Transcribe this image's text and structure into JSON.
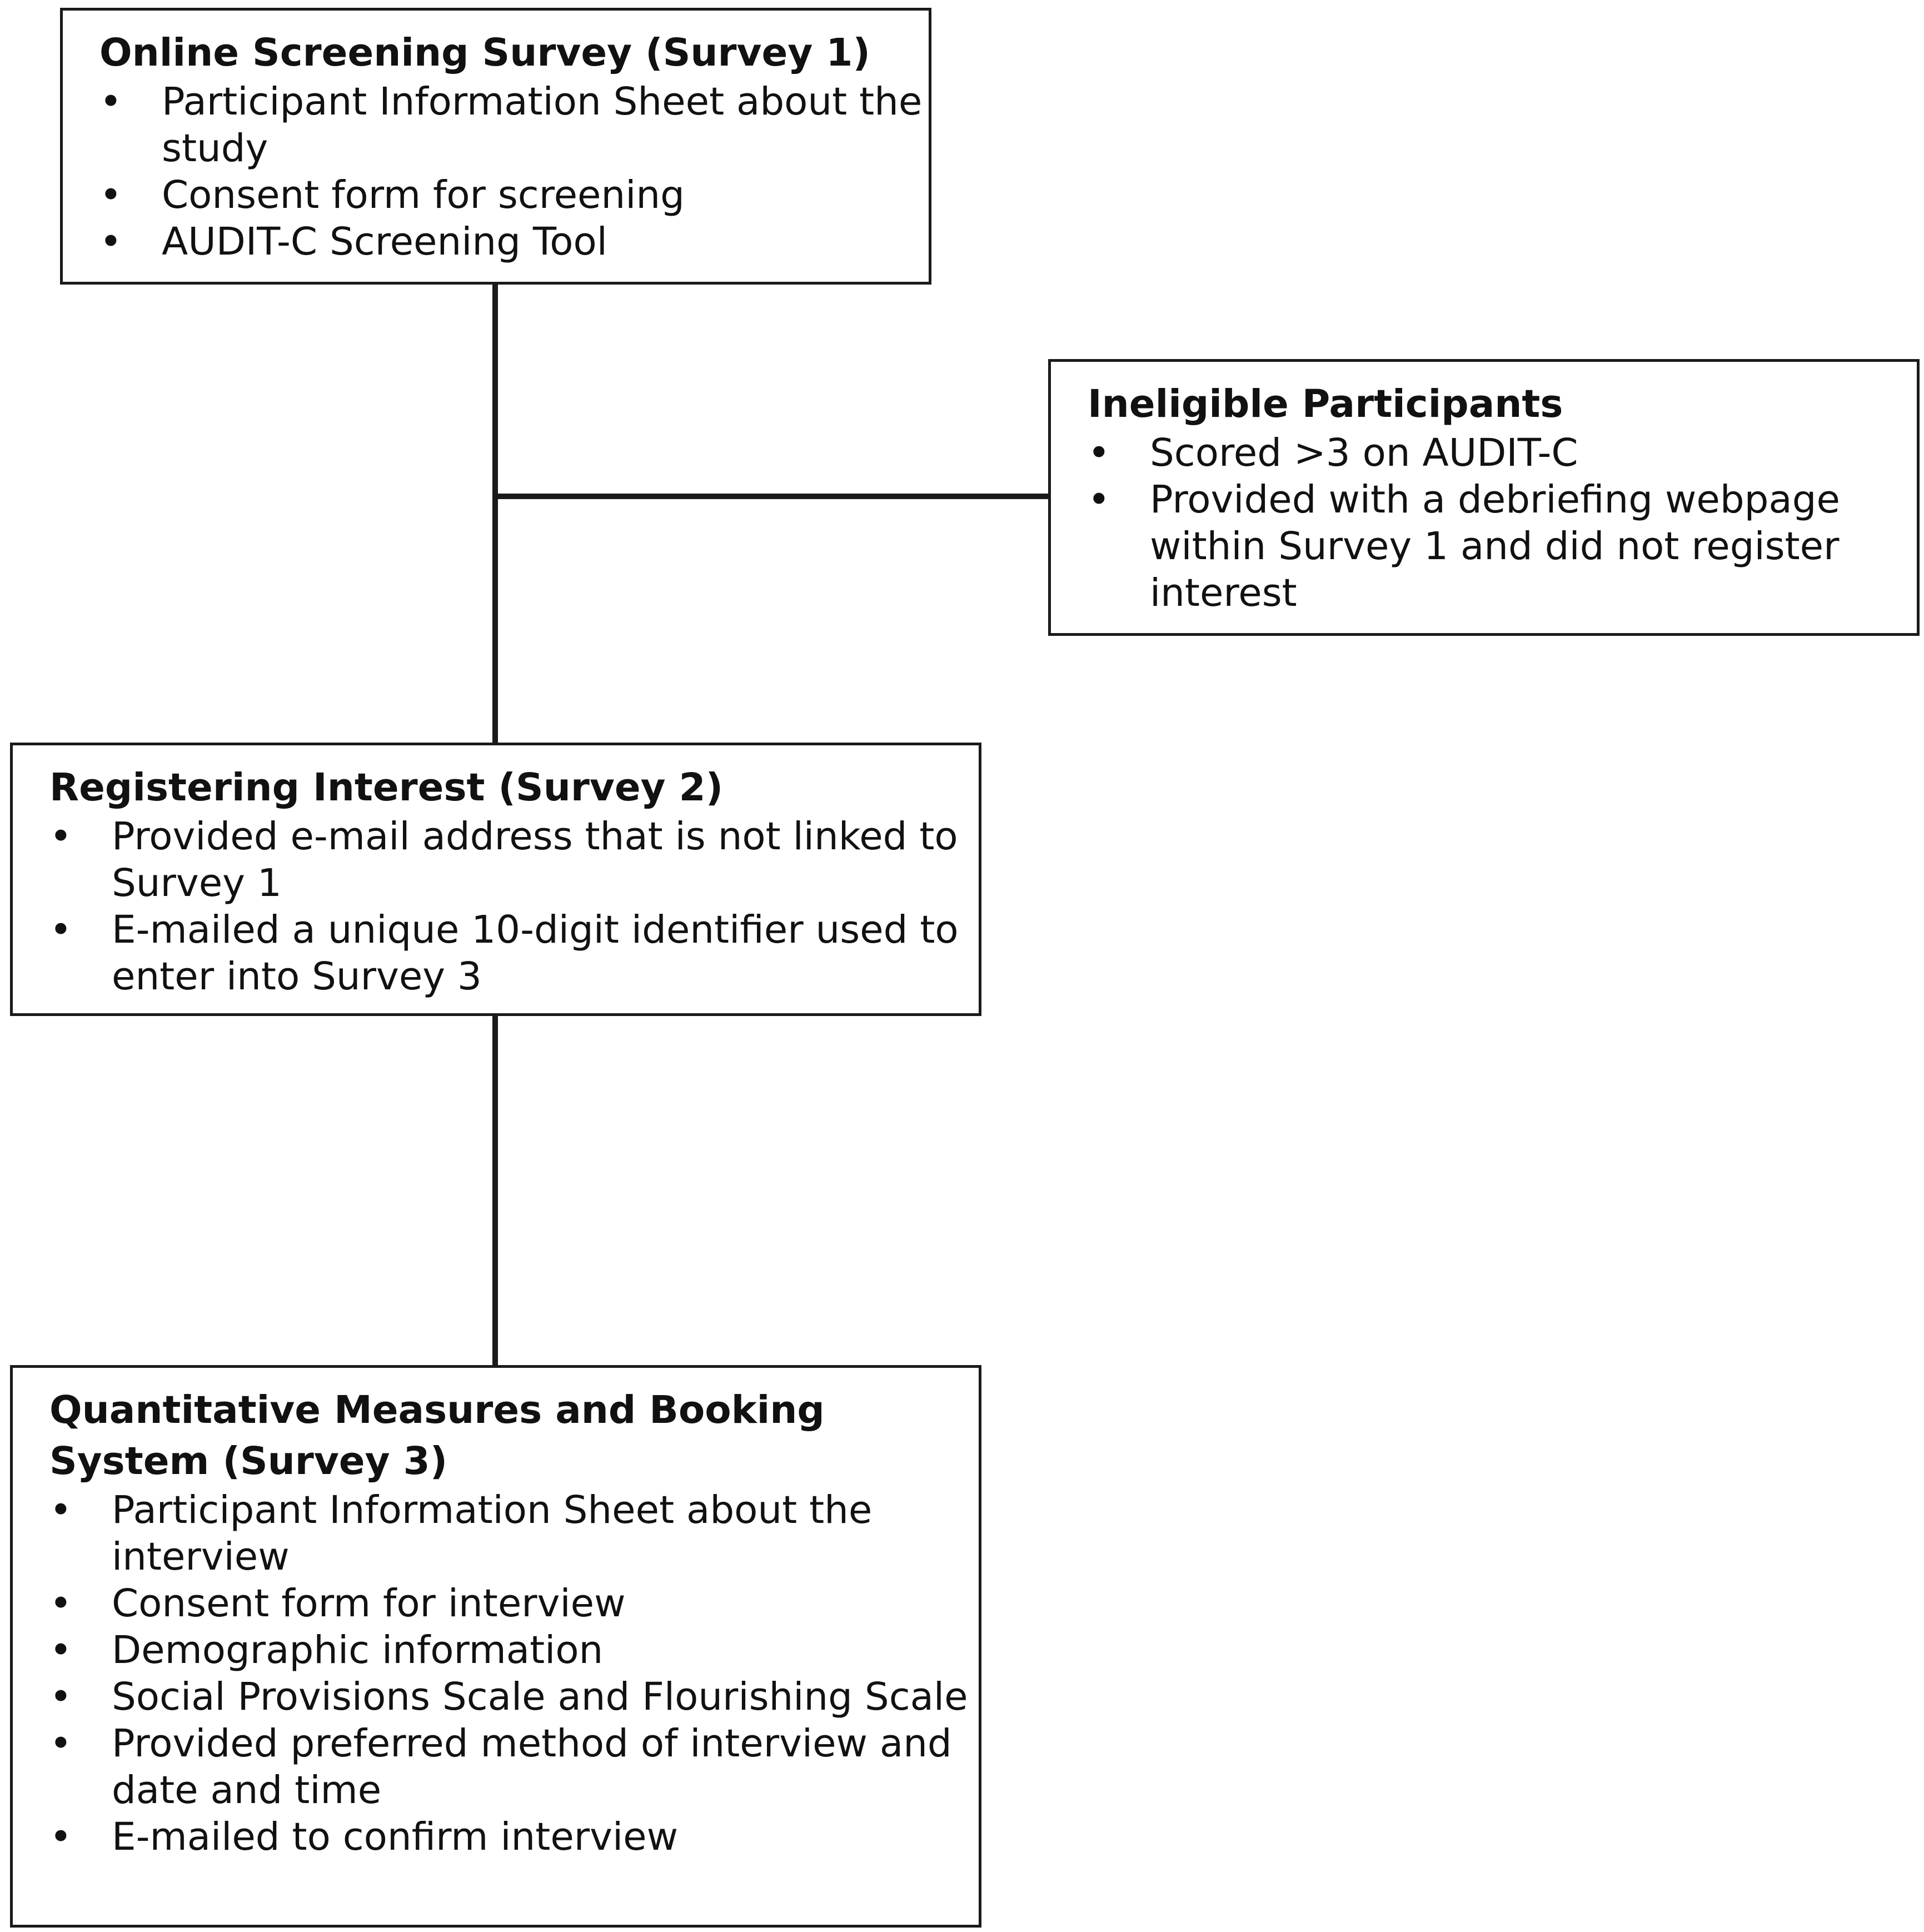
{
  "survey1": {
    "title": "Online Screening Survey (Survey 1)",
    "items": [
      "Participant Information Sheet about the study",
      "Consent form for screening",
      "AUDIT-C Screening Tool"
    ]
  },
  "ineligible": {
    "title": "Ineligible Participants",
    "items": [
      "Scored >3 on AUDIT-C",
      "Provided with a debriefing webpage within Survey 1 and did not register interest"
    ]
  },
  "survey2": {
    "title": "Registering Interest (Survey 2)",
    "items": [
      "Provided e-mail address that is not linked to Survey 1",
      "E-mailed a unique 10-digit identifier used to enter into Survey 3"
    ]
  },
  "survey3": {
    "title": "Quantitative Measures and Booking System (Survey 3)",
    "items": [
      "Participant Information Sheet about the interview",
      "Consent form for interview",
      "Demographic information",
      "Social Provisions Scale and Flourishing Scale",
      "Provided preferred method of interview and date and time",
      "E-mailed to confirm interview"
    ]
  },
  "bullet_char": "•"
}
